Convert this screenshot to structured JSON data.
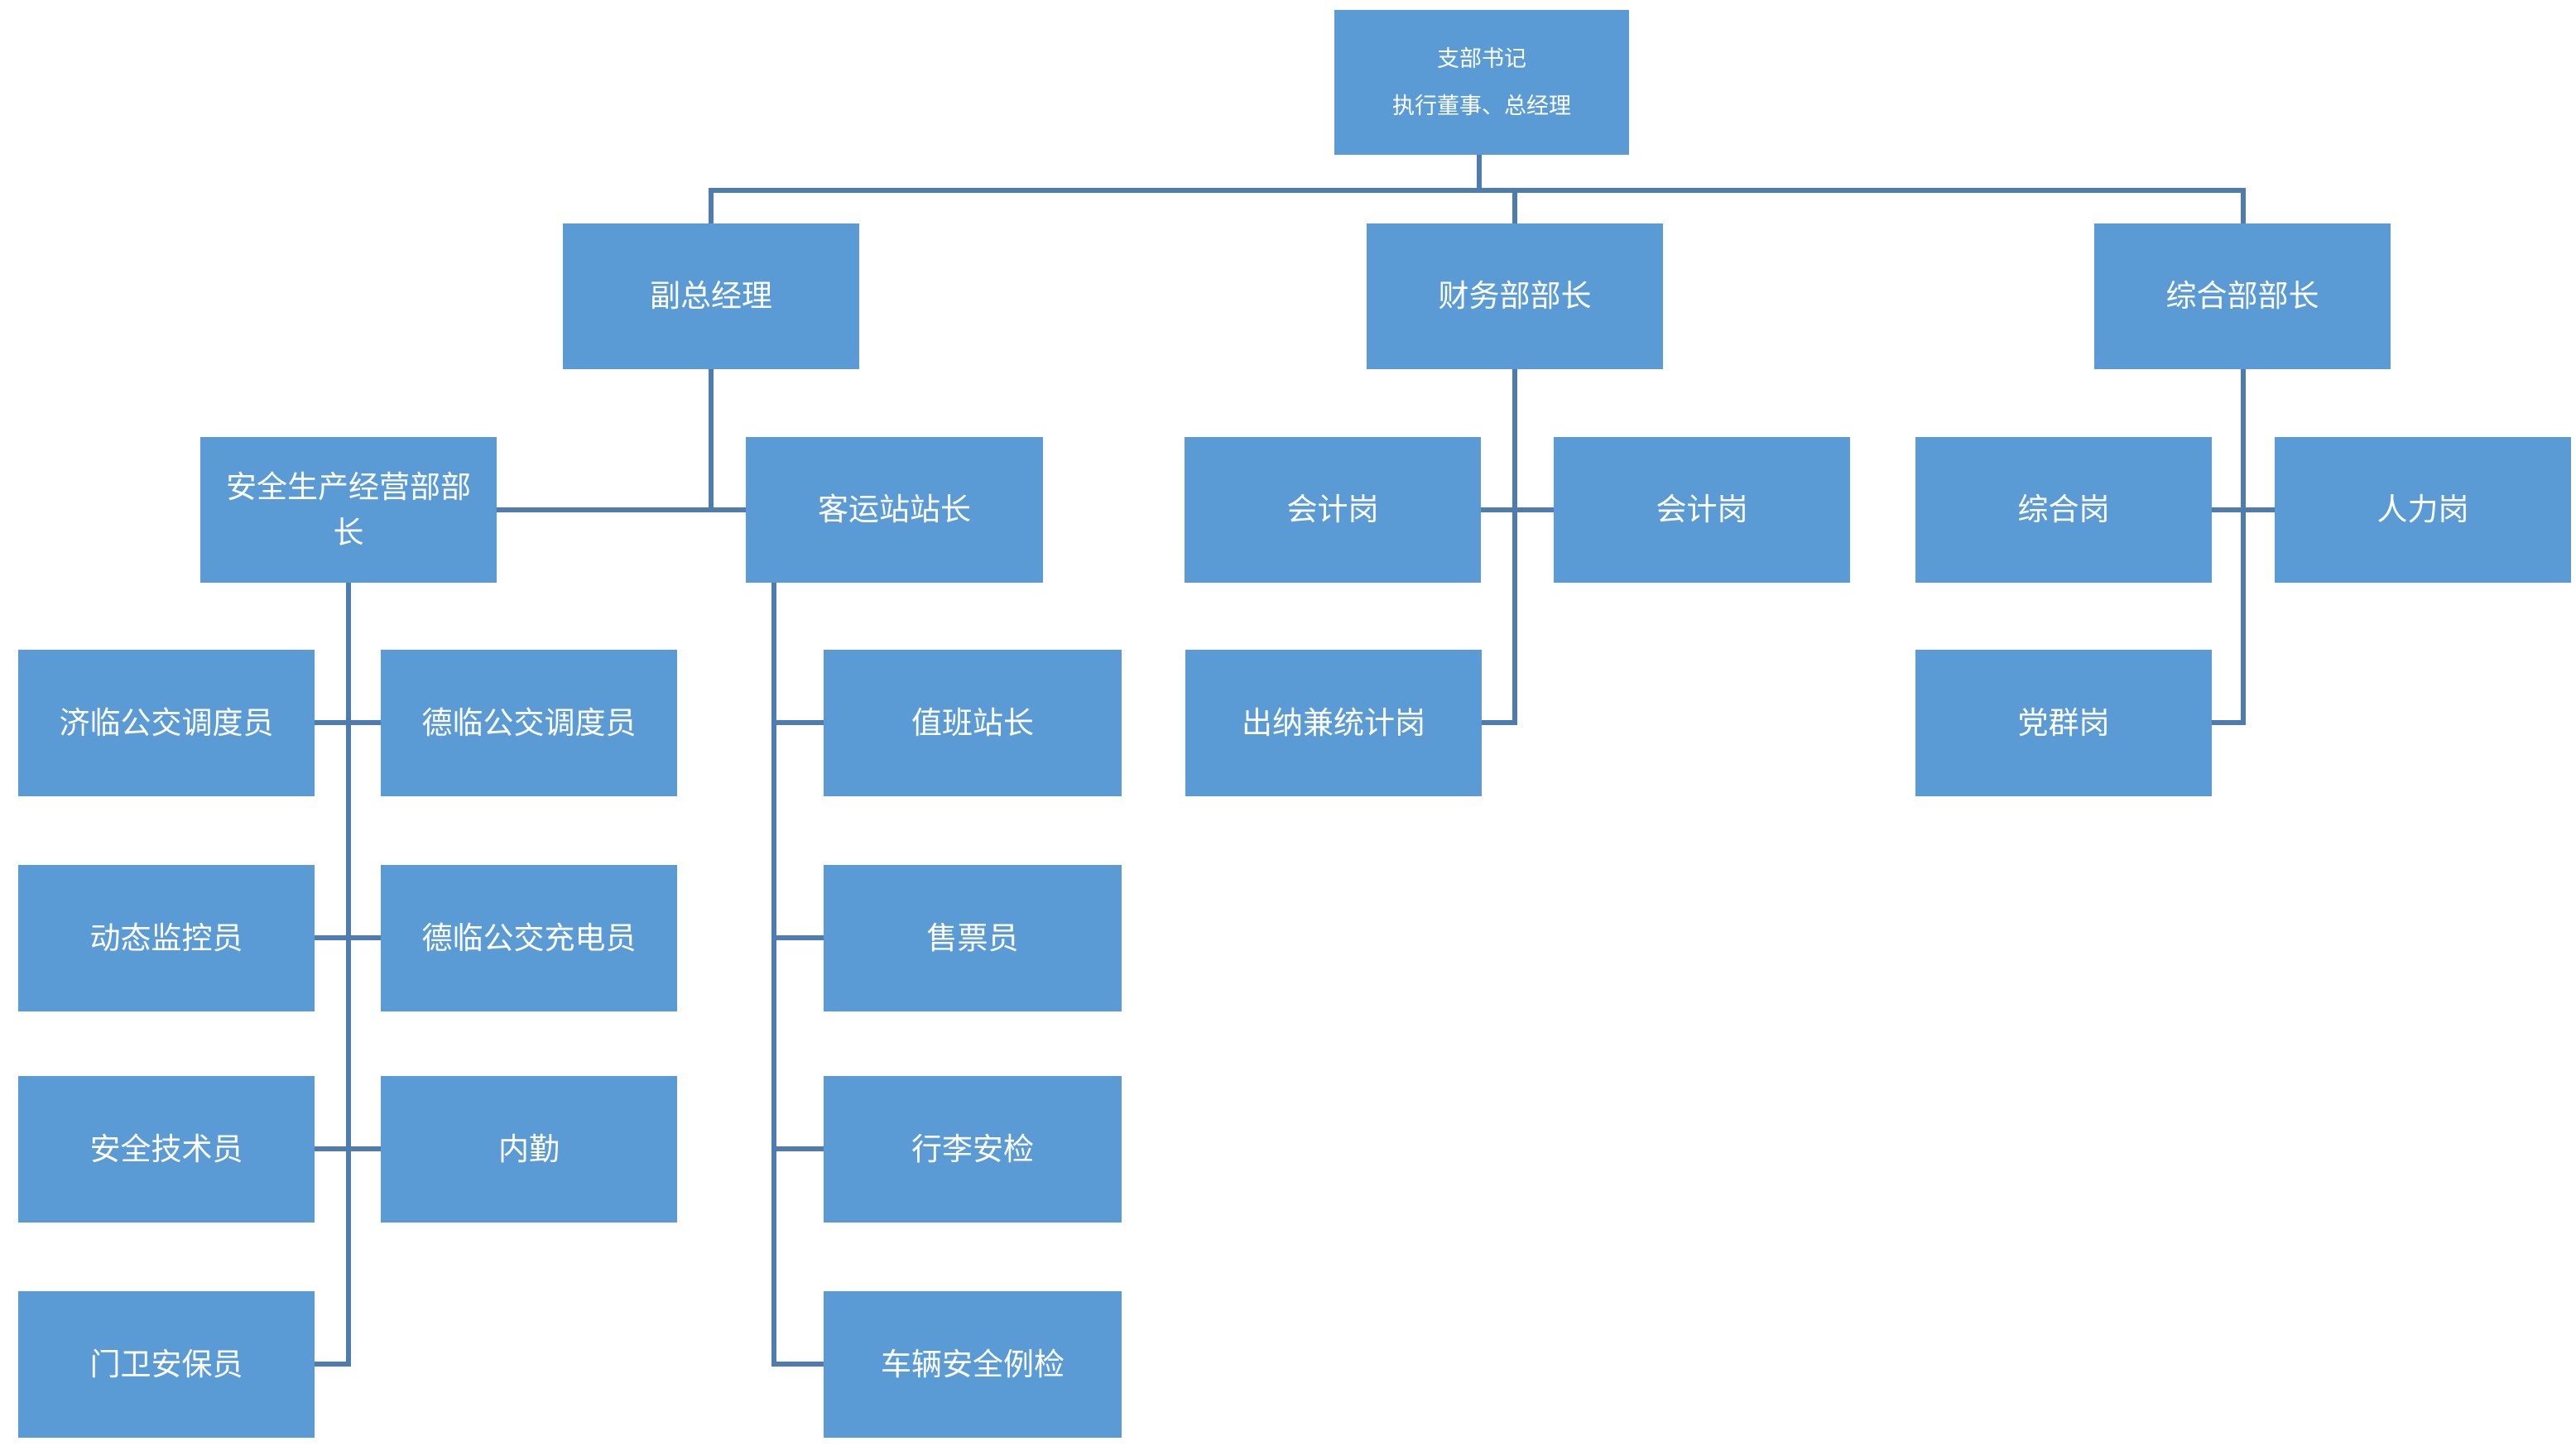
{
  "diagram": {
    "type": "org-chart",
    "colors": {
      "node_fill": "#5b9bd5",
      "node_text": "#ffffff",
      "connector": "#4f7cb0",
      "background": "#ffffff"
    },
    "nodes": [
      {
        "id": "branch-secretary-gm",
        "line1": "支部书记",
        "line2": "执行董事、总经理"
      },
      {
        "id": "deputy-general-manager",
        "label": "副总经理"
      },
      {
        "id": "finance-dept-head",
        "label": "财务部部长"
      },
      {
        "id": "general-dept-head",
        "label": "综合部部长"
      },
      {
        "id": "safety-production-ops-dept-head",
        "label": "安全生产经营部部长"
      },
      {
        "id": "passenger-station-master",
        "label": "客运站站长"
      },
      {
        "id": "accounting-post-1",
        "label": "会计岗"
      },
      {
        "id": "accounting-post-2",
        "label": "会计岗"
      },
      {
        "id": "general-post",
        "label": "综合岗"
      },
      {
        "id": "hr-post",
        "label": "人力岗"
      },
      {
        "id": "jilin-bus-dispatcher",
        "label": "济临公交调度员"
      },
      {
        "id": "delin-bus-dispatcher",
        "label": "德临公交调度员"
      },
      {
        "id": "cashier-statistics-post",
        "label": "出纳兼统计岗"
      },
      {
        "id": "party-masses-post",
        "label": "党群岗"
      },
      {
        "id": "dynamic-monitor",
        "label": "动态监控员"
      },
      {
        "id": "delin-bus-charger",
        "label": "德临公交充电员"
      },
      {
        "id": "duty-station-master",
        "label": "值班站长"
      },
      {
        "id": "ticket-seller",
        "label": "售票员"
      },
      {
        "id": "safety-technician",
        "label": "安全技术员"
      },
      {
        "id": "office-clerk",
        "label": "内勤"
      },
      {
        "id": "baggage-security-check",
        "label": "行李安检"
      },
      {
        "id": "gate-security-guard",
        "label": "门卫安保员"
      },
      {
        "id": "vehicle-safety-routine-check",
        "label": "车辆安全例检"
      }
    ],
    "edges": [
      {
        "from": "branch-secretary-gm",
        "to": "deputy-general-manager"
      },
      {
        "from": "branch-secretary-gm",
        "to": "finance-dept-head"
      },
      {
        "from": "branch-secretary-gm",
        "to": "general-dept-head"
      },
      {
        "from": "deputy-general-manager",
        "to": "safety-production-ops-dept-head"
      },
      {
        "from": "deputy-general-manager",
        "to": "passenger-station-master"
      },
      {
        "from": "finance-dept-head",
        "to": "accounting-post-1"
      },
      {
        "from": "finance-dept-head",
        "to": "accounting-post-2"
      },
      {
        "from": "finance-dept-head",
        "to": "cashier-statistics-post"
      },
      {
        "from": "general-dept-head",
        "to": "general-post"
      },
      {
        "from": "general-dept-head",
        "to": "hr-post"
      },
      {
        "from": "general-dept-head",
        "to": "party-masses-post"
      },
      {
        "from": "safety-production-ops-dept-head",
        "to": "jilin-bus-dispatcher"
      },
      {
        "from": "safety-production-ops-dept-head",
        "to": "delin-bus-dispatcher"
      },
      {
        "from": "safety-production-ops-dept-head",
        "to": "dynamic-monitor"
      },
      {
        "from": "safety-production-ops-dept-head",
        "to": "delin-bus-charger"
      },
      {
        "from": "safety-production-ops-dept-head",
        "to": "safety-technician"
      },
      {
        "from": "safety-production-ops-dept-head",
        "to": "office-clerk"
      },
      {
        "from": "safety-production-ops-dept-head",
        "to": "gate-security-guard"
      },
      {
        "from": "passenger-station-master",
        "to": "duty-station-master"
      },
      {
        "from": "passenger-station-master",
        "to": "ticket-seller"
      },
      {
        "from": "passenger-station-master",
        "to": "baggage-security-check"
      },
      {
        "from": "passenger-station-master",
        "to": "vehicle-safety-routine-check"
      }
    ]
  }
}
